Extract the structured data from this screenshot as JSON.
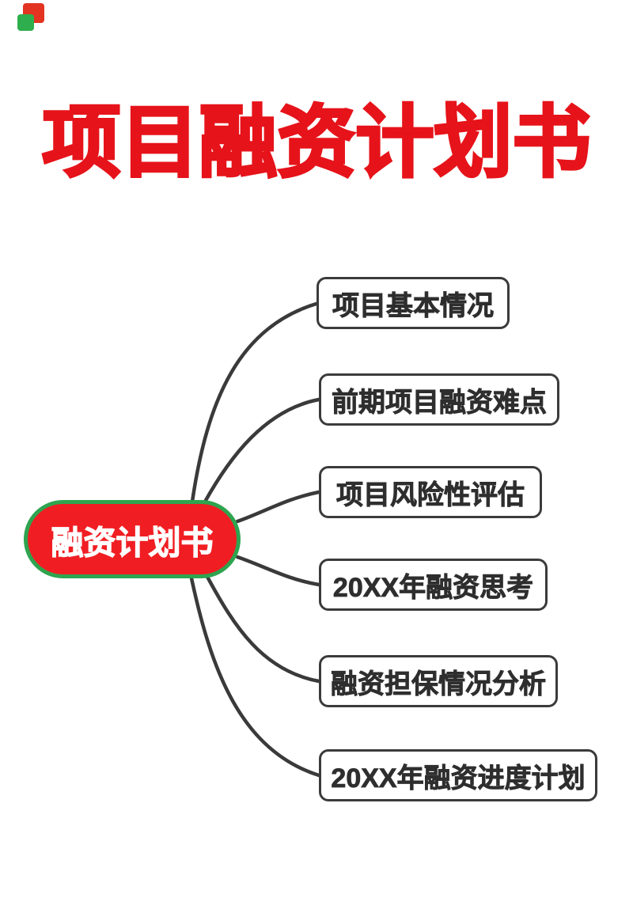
{
  "title": {
    "text": "项目融资计划书",
    "color": "#e6131a"
  },
  "logo": {
    "red_square_color": "#e23420",
    "green_square_color": "#2fae4d"
  },
  "mindmap": {
    "connector_color": "#3a3a3a",
    "root": {
      "label": "融资计划书",
      "fill_color": "#f01e23",
      "border_color": "#2ea44f",
      "text_color": "#ffffff"
    },
    "branch_style": {
      "background": "#ffffff",
      "border_color": "#3b3b3b",
      "text_color": "#2e2e2e"
    },
    "branches": [
      {
        "label": "项目基本情况"
      },
      {
        "label": "前期项目融资难点"
      },
      {
        "label": "项目风险性评估"
      },
      {
        "label": "20XX年融资思考"
      },
      {
        "label": "融资担保情况分析"
      },
      {
        "label": "20XX年融资进度计划"
      }
    ]
  }
}
